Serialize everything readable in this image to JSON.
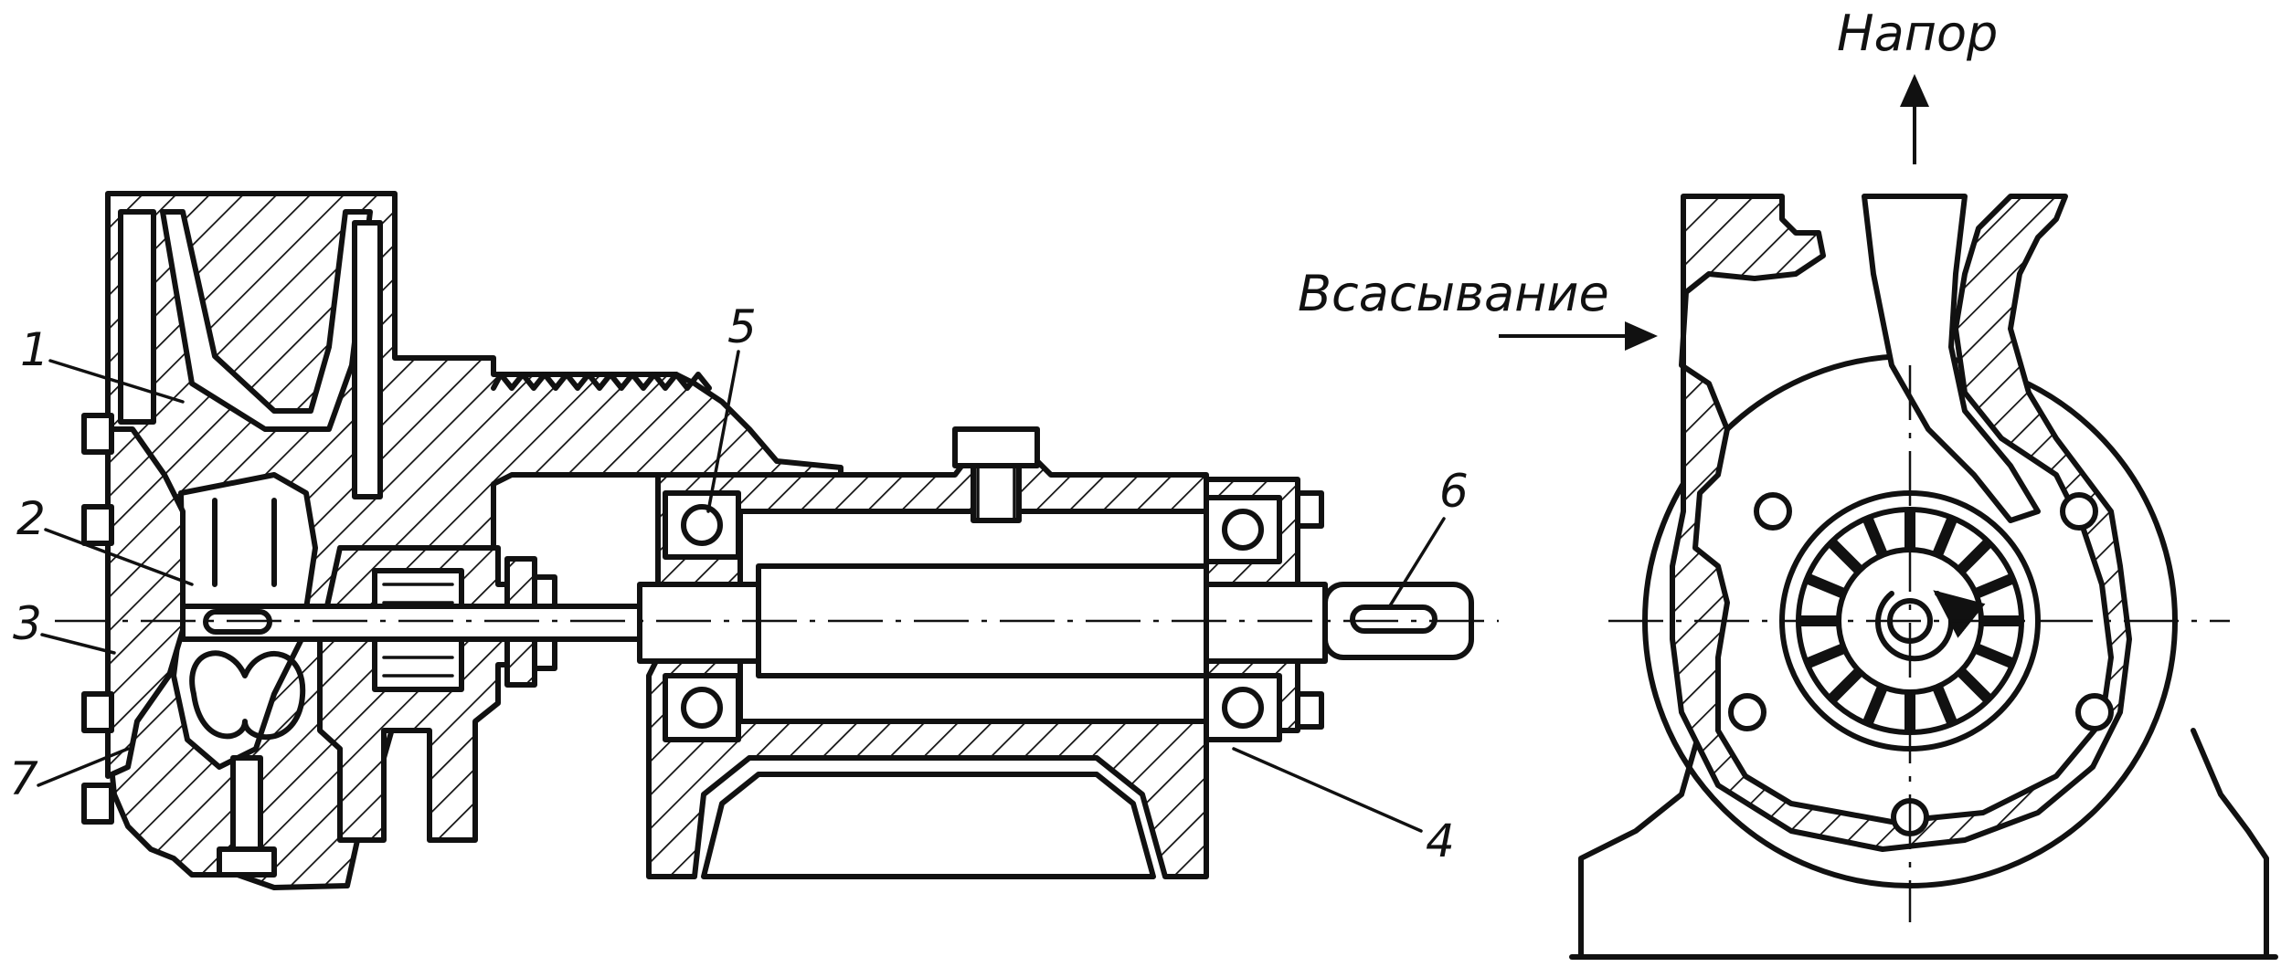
{
  "figure": {
    "arrows": {
      "discharge_label": "Напор",
      "suction_label": "Всасывание"
    },
    "callouts": [
      {
        "id": "1",
        "text": "1"
      },
      {
        "id": "2",
        "text": "2"
      },
      {
        "id": "3",
        "text": "3"
      },
      {
        "id": "4",
        "text": "4"
      },
      {
        "id": "5",
        "text": "5"
      },
      {
        "id": "6",
        "text": "6"
      },
      {
        "id": "7",
        "text": "7"
      }
    ]
  }
}
